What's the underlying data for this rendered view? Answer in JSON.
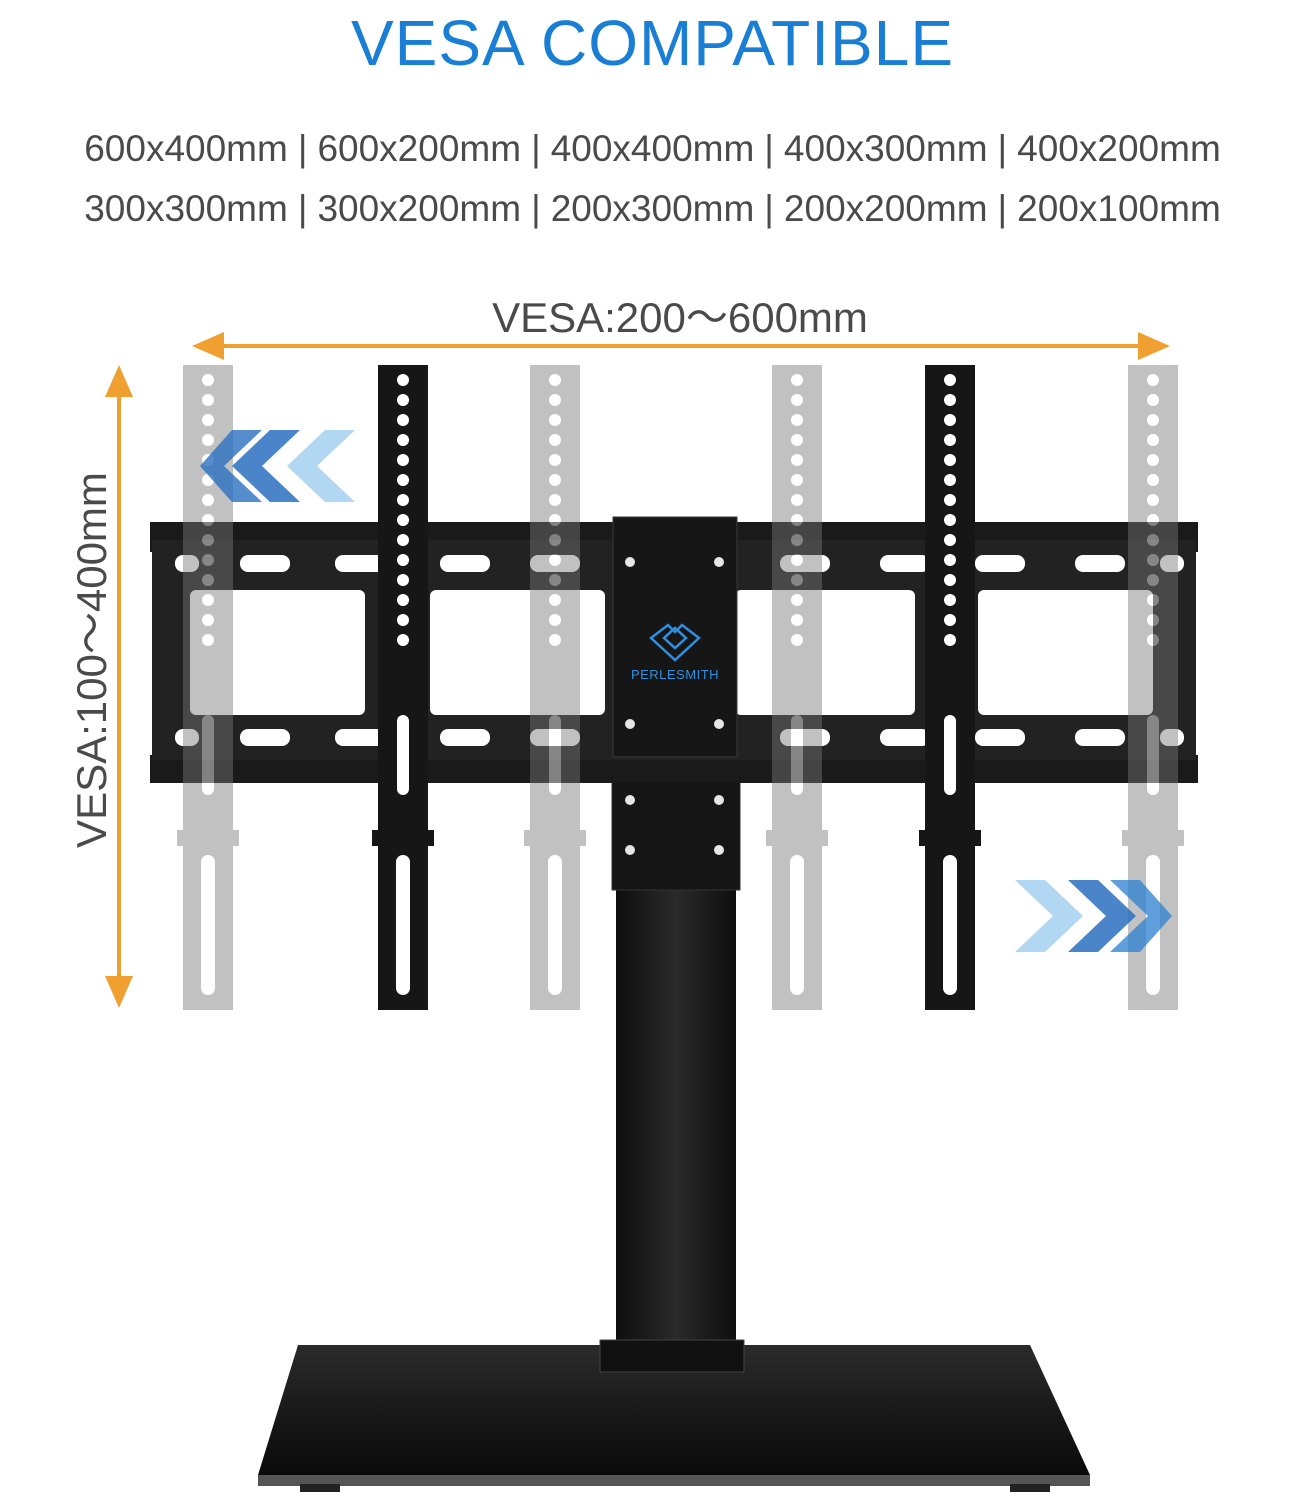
{
  "header": {
    "title": "VESA COMPATIBLE",
    "title_color": "#1a7fd4"
  },
  "sizes": {
    "row1": [
      "600x400mm",
      "600x200mm",
      "400x400mm",
      "400x300mm",
      "400x200mm"
    ],
    "row2": [
      "300x300mm",
      "300x200mm",
      "200x300mm",
      "200x200mm",
      "200x100mm"
    ]
  },
  "dimensions": {
    "horizontal": "VESA:200～600mm",
    "vertical": "VESA:100～400mm",
    "arrow_color": "#f0a030"
  },
  "brand": {
    "name": "PERLESMITH",
    "color": "#2f8fe0"
  }
}
